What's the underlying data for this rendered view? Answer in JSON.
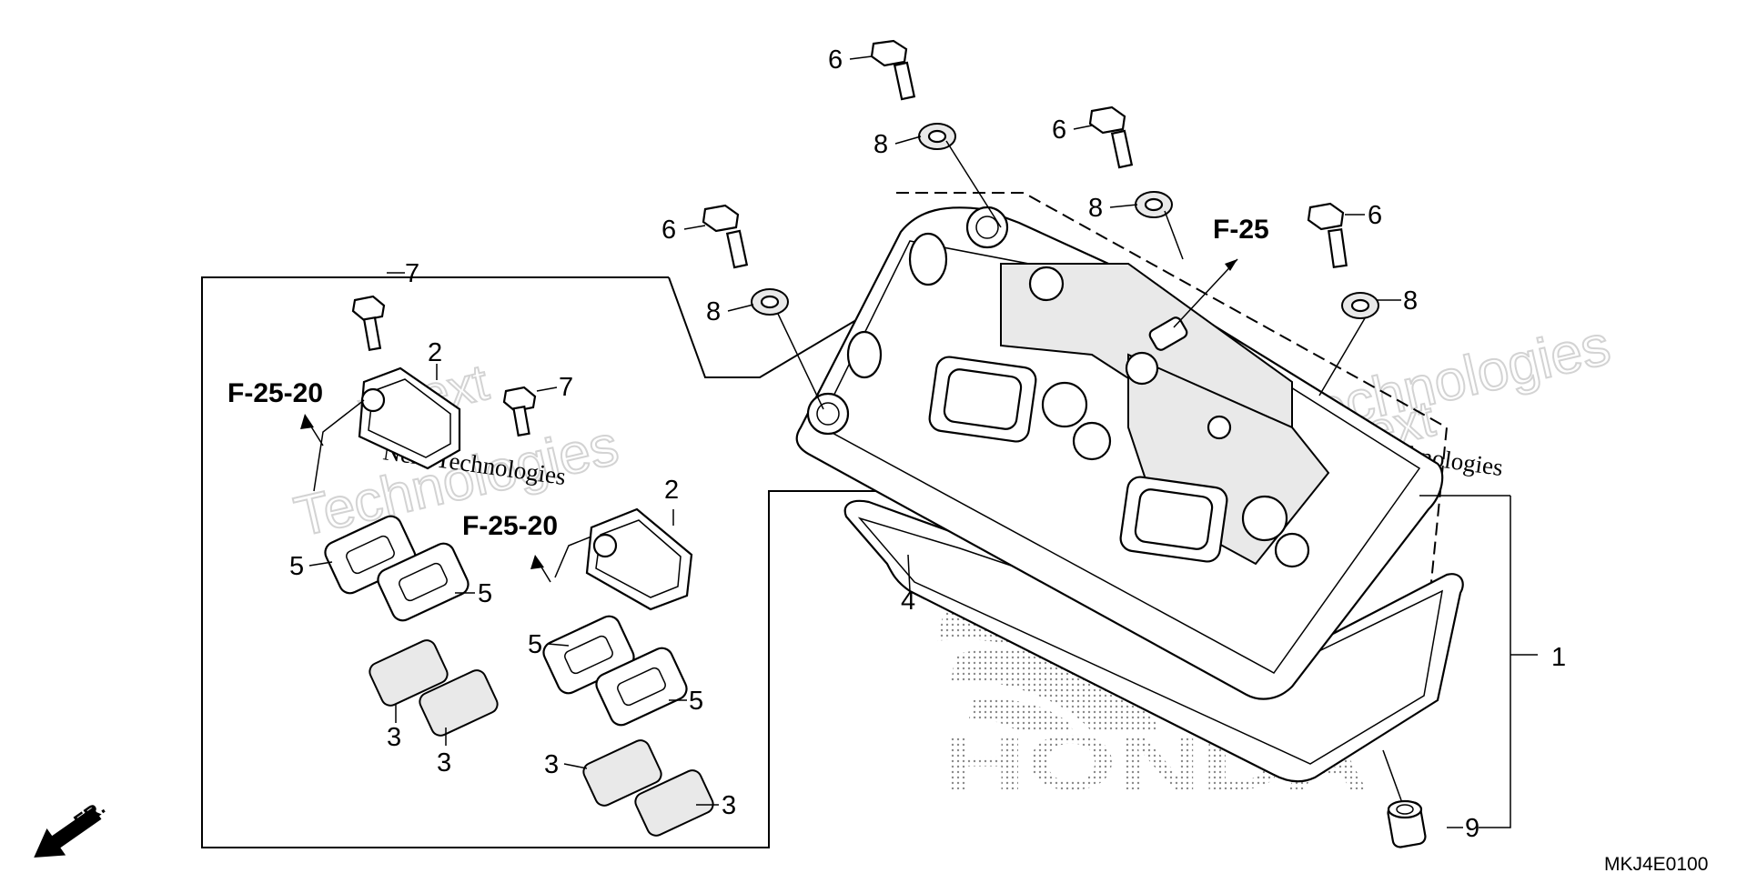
{
  "diagram": {
    "code": "MKJ4E0100",
    "direction": "FR.",
    "brand_mark": "HONDA",
    "watermarks": [
      "Next Technologies",
      "Next Technologies",
      "yNext",
      "Technologies"
    ],
    "references": [
      "F-25",
      "F-25-20",
      "F-25-20"
    ],
    "callouts": {
      "c1": "1",
      "c2a": "2",
      "c2b": "2",
      "c3a": "3",
      "c3b": "3",
      "c3c": "3",
      "c3d": "3",
      "c4": "4",
      "c5a": "5",
      "c5b": "5",
      "c5c": "5",
      "c5d": "5",
      "c6a": "6",
      "c6b": "6",
      "c6c": "6",
      "c6d": "6",
      "c7a": "7",
      "c7b": "7",
      "c8a": "8",
      "c8b": "8",
      "c8c": "8",
      "c8d": "8",
      "c9": "9"
    }
  }
}
